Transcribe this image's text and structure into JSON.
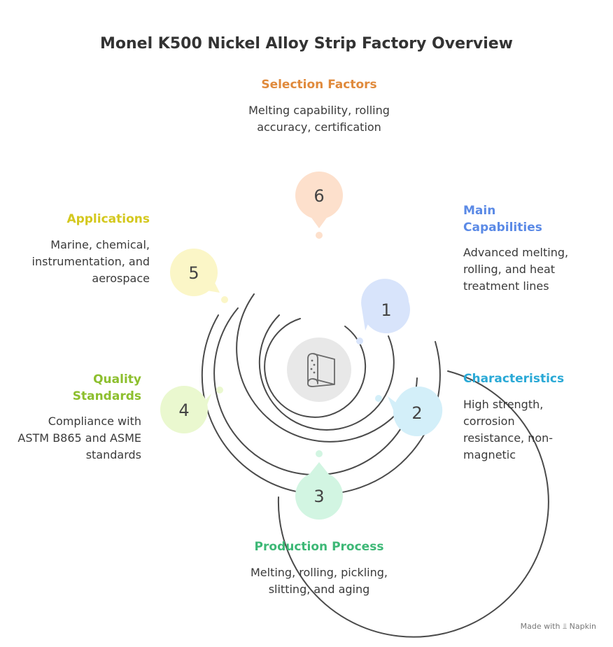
{
  "title": "Monel K500 Nickel Alloy Strip Factory Overview",
  "items": [
    {
      "number": "1",
      "label": "Main Capabilities",
      "label_line1": "Main",
      "label_line2": "Capabilities",
      "description": "Advanced melting, rolling, and heat treatment lines",
      "color": "#5b8ae6",
      "fill": "#d8e4fb"
    },
    {
      "number": "2",
      "label": "Characteristics",
      "description": "High strength, corrosion resistance, non-magnetic",
      "color": "#2aa9d6",
      "fill": "#d3eff9"
    },
    {
      "number": "3",
      "label": "Production Process",
      "description": "Melting, rolling, pickling, slitting, and aging",
      "color": "#3db876",
      "fill": "#d2f5e2"
    },
    {
      "number": "4",
      "label": "Quality Standards",
      "label_line1": "Quality",
      "label_line2": "Standards",
      "description": "Compliance with ASTM B865 and ASME standards",
      "color": "#8dbf2e",
      "fill": "#eaf8cf"
    },
    {
      "number": "5",
      "label": "Applications",
      "description": "Marine, chemical, instrumentation, and aerospace",
      "color": "#d4c81e",
      "fill": "#fbf6c7"
    },
    {
      "number": "6",
      "label": "Selection Factors",
      "description": "Melting capability, rolling accuracy, certification",
      "color": "#e08a3c",
      "fill": "#fde0cc"
    }
  ],
  "center_icon": "scroll-icon",
  "footer": {
    "text": "Made with",
    "brand": "Napkin",
    "icon": "napkin-logo-icon"
  }
}
